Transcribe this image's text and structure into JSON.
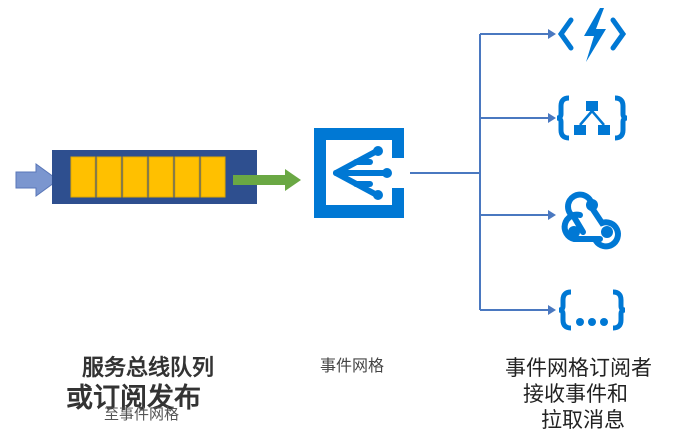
{
  "labels": {
    "queue_line1": "服务总线队列",
    "queue_line2": "或订阅发布",
    "queue_line3": "至事件网格",
    "event_grid": "事件网格",
    "subscribers_line1": "事件网格订阅者",
    "subscribers_line2": "接收事件和",
    "subscribers_line3": "拉取消息"
  },
  "subscribers": [
    {
      "icon": "azure-functions-icon"
    },
    {
      "icon": "logic-apps-icon"
    },
    {
      "icon": "webhook-icon"
    },
    {
      "icon": "generic-api-icon"
    }
  ],
  "colors": {
    "queue_frame": "#2e4f8f",
    "queue_cell": "#ffc000",
    "input_arrow": "#7b96cf",
    "output_arrow": "#6aa844",
    "azure_blue": "#0078d4",
    "connector": "#4a78c0"
  }
}
